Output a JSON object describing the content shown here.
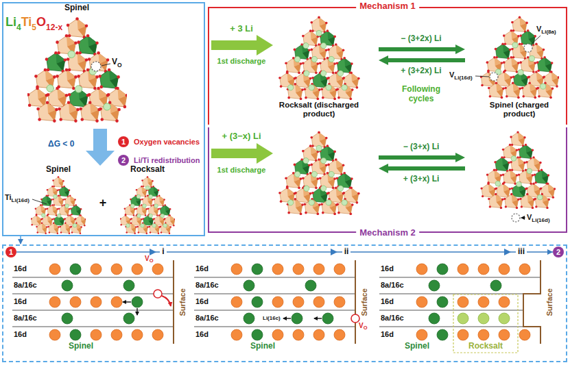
{
  "diagram": {
    "nodes": [
      {
        "text": [
          "ΔG < 0"
        ]
      },
      {
        "text": [
          "1",
          "Oxygen vacancies"
        ],
        "in": 0
      },
      {
        "text": [
          "2",
          "Li/Ti redistribution"
        ],
        "in": 0
      },
      {
        "text": [
          "Mechanism 1"
        ]
      },
      {
        "text": [
          "Mechanism 2"
        ]
      },
      {
        "text": [
          "i",
          "ii",
          "iii"
        ]
      },
      {
        "text": [
          "1"
        ],
        "in": 5
      },
      {
        "text": [
          "2"
        ],
        "in": 5
      }
    ],
    "edges": [
      {
        "from": 0,
        "to": 5,
        "arrow": "to"
      },
      {
        "from": 6,
        "to": 7,
        "arrow": "to"
      }
    ],
    "labels": [
      "Li",
      "4",
      "Ti",
      "5",
      "O",
      "12-x",
      "Spinel",
      "V",
      "O",
      "Spinel",
      "Ti",
      "Li(16d)",
      "+",
      "Rocksalt",
      "+ 3 Li",
      "1st discharge",
      "Rocksalt (discharged product)",
      "− (3+2x) Li",
      "+ (3+2x) Li",
      "Following cycles",
      "V",
      "Li(16d)",
      "V",
      "Li(8a)",
      "Spinel (charged product)",
      "+ (3−x) Li",
      "1st discharge",
      "− (3+x) Li",
      "+ (3+x) Li",
      "V",
      "Li(16d)",
      "16d",
      "8a/16c",
      "16d",
      "8a/16c",
      "16d",
      "Surface",
      "Spinel",
      "V",
      "O",
      "16d",
      "8a/16c",
      "16d",
      "8a/16c",
      "16d",
      "Surface",
      "Spinel",
      "Li(16c)",
      "V",
      "O",
      "16d",
      "8a/16c",
      "16d",
      "8a/16c",
      "16d",
      "Surface",
      "Spinel",
      "Rocksalt"
    ]
  }
}
